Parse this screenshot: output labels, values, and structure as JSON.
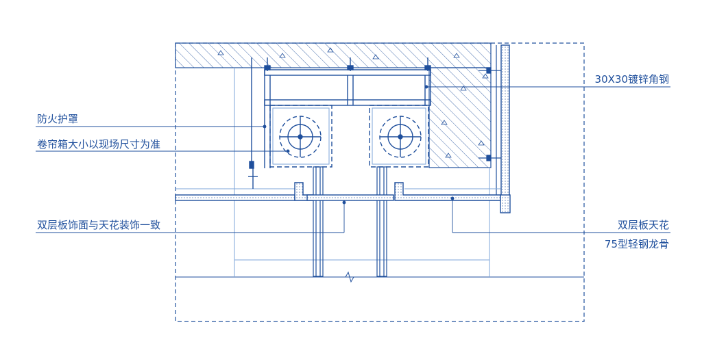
{
  "colors": {
    "line": "#1f4f9c",
    "light_line": "#7ea6d9",
    "background": "#ffffff"
  },
  "labels": {
    "fire_hood": "防火护罩",
    "box_size": "卷帘箱大小以现场尺寸为准",
    "double_layer_face": "双层板饰面与天花装饰一致",
    "angle_steel": "30X30镀锌角钢",
    "double_layer_ceiling": "双层板天花",
    "light_keel": "75型轻钢龙骨"
  }
}
